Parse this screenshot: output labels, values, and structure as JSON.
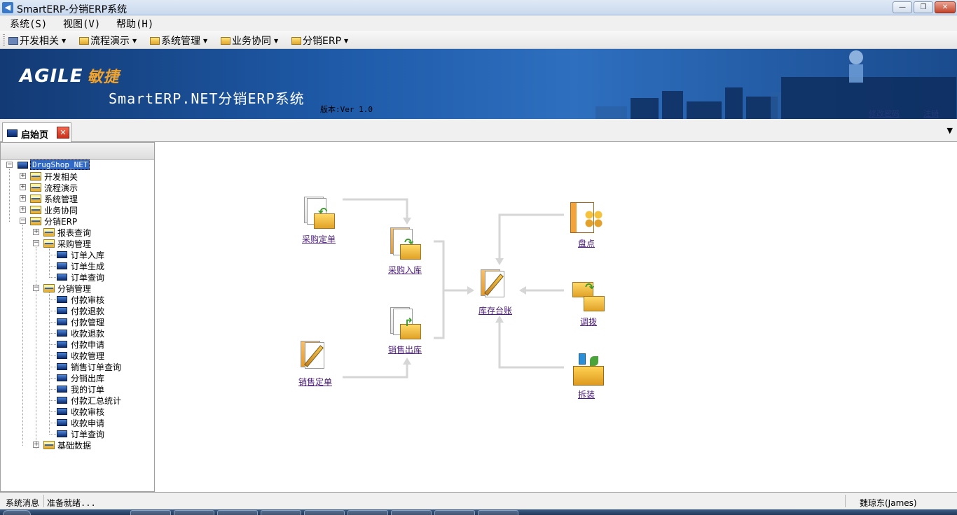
{
  "window": {
    "title": "SmartERP-分销ERP系统",
    "controls": {
      "minimize": "—",
      "maximize": "❐",
      "close": "✕"
    }
  },
  "menubar": {
    "items": [
      "系统(S)",
      "视图(V)",
      "帮助(H)"
    ]
  },
  "toolbar": {
    "items": [
      "开发相关",
      "流程演示",
      "系统管理",
      "业务协同",
      "分销ERP"
    ]
  },
  "banner": {
    "logo_text": "AGILE",
    "logo_cn": "敏捷",
    "system_name": "SmartERP.NET分销ERP系统",
    "version": "版本:Ver 1.0",
    "links": [
      "修改密码",
      "注销"
    ]
  },
  "tabs": [
    {
      "label": "启始页",
      "close_glyph": "✕"
    }
  ],
  "tab_menu_glyph": "▼",
  "tree": {
    "root": "DrugShop_NET",
    "nodes": [
      {
        "label": "开发相关"
      },
      {
        "label": "流程演示"
      },
      {
        "label": "系统管理"
      },
      {
        "label": "业务协同"
      },
      {
        "label": "分销ERP"
      },
      {
        "label": "报表查询"
      },
      {
        "label": "采购管理"
      },
      {
        "label": "订单入库"
      },
      {
        "label": "订单生成"
      },
      {
        "label": "订单查询"
      },
      {
        "label": "分销管理"
      },
      {
        "label": "付款审核"
      },
      {
        "label": "付款退款"
      },
      {
        "label": "付款管理"
      },
      {
        "label": "收款退款"
      },
      {
        "label": "付款申请"
      },
      {
        "label": "收款管理"
      },
      {
        "label": "销售订单查询"
      },
      {
        "label": "分销出库"
      },
      {
        "label": "我的订单"
      },
      {
        "label": "付款汇总统计"
      },
      {
        "label": "收款审核"
      },
      {
        "label": "收款申请"
      },
      {
        "label": "订单查询"
      },
      {
        "label": "基础数据"
      }
    ],
    "expand_plus": "+",
    "expand_minus": "−"
  },
  "flow": {
    "nodes": [
      {
        "label": "采购定单",
        "icon": "purchase-order-icon"
      },
      {
        "label": "采购入库",
        "icon": "purchase-receipt-icon"
      },
      {
        "label": "销售出库",
        "icon": "sales-delivery-icon"
      },
      {
        "label": "销售定单",
        "icon": "sales-order-icon"
      },
      {
        "label": "库存台账",
        "icon": "inventory-ledger-icon"
      },
      {
        "label": "盘点",
        "icon": "stocktake-icon"
      },
      {
        "label": "调拨",
        "icon": "transfer-icon"
      },
      {
        "label": "拆装",
        "icon": "disassemble-icon"
      }
    ]
  },
  "status": {
    "label": "系统消息",
    "message": "准备就绪...",
    "user": "魏琼东(James)"
  },
  "colors": {
    "link": "#4b1c7a",
    "banner": "#1e5aa8",
    "selected": "#3169c6"
  }
}
